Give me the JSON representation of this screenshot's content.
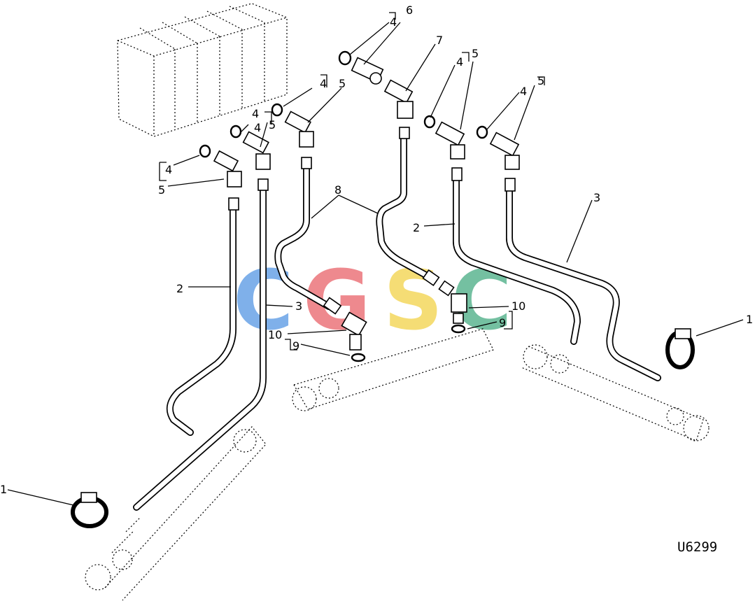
{
  "drawing_code": "U6299",
  "watermark": {
    "text": [
      "C",
      "G",
      "S",
      "C"
    ],
    "colors": [
      "#4a90e2",
      "#e8585f",
      "#f2cf3c",
      "#3aa67a"
    ]
  },
  "callouts": {
    "c1a": "1",
    "c1b": "1",
    "c2a": "2",
    "c2b": "2",
    "c3a": "3",
    "c3b": "3",
    "c4a": "4",
    "c4b": "4",
    "c4c": "4",
    "c4d": "4",
    "c4e": "4",
    "c4f": "4",
    "c4g": "4",
    "c5a": "5",
    "c5b": "5",
    "c5c": "5",
    "c5d": "5",
    "c5e": "5",
    "c6": "6",
    "c7": "7",
    "c8": "8",
    "c9a": "9",
    "c9b": "9",
    "c10a": "10",
    "c10b": "10"
  }
}
